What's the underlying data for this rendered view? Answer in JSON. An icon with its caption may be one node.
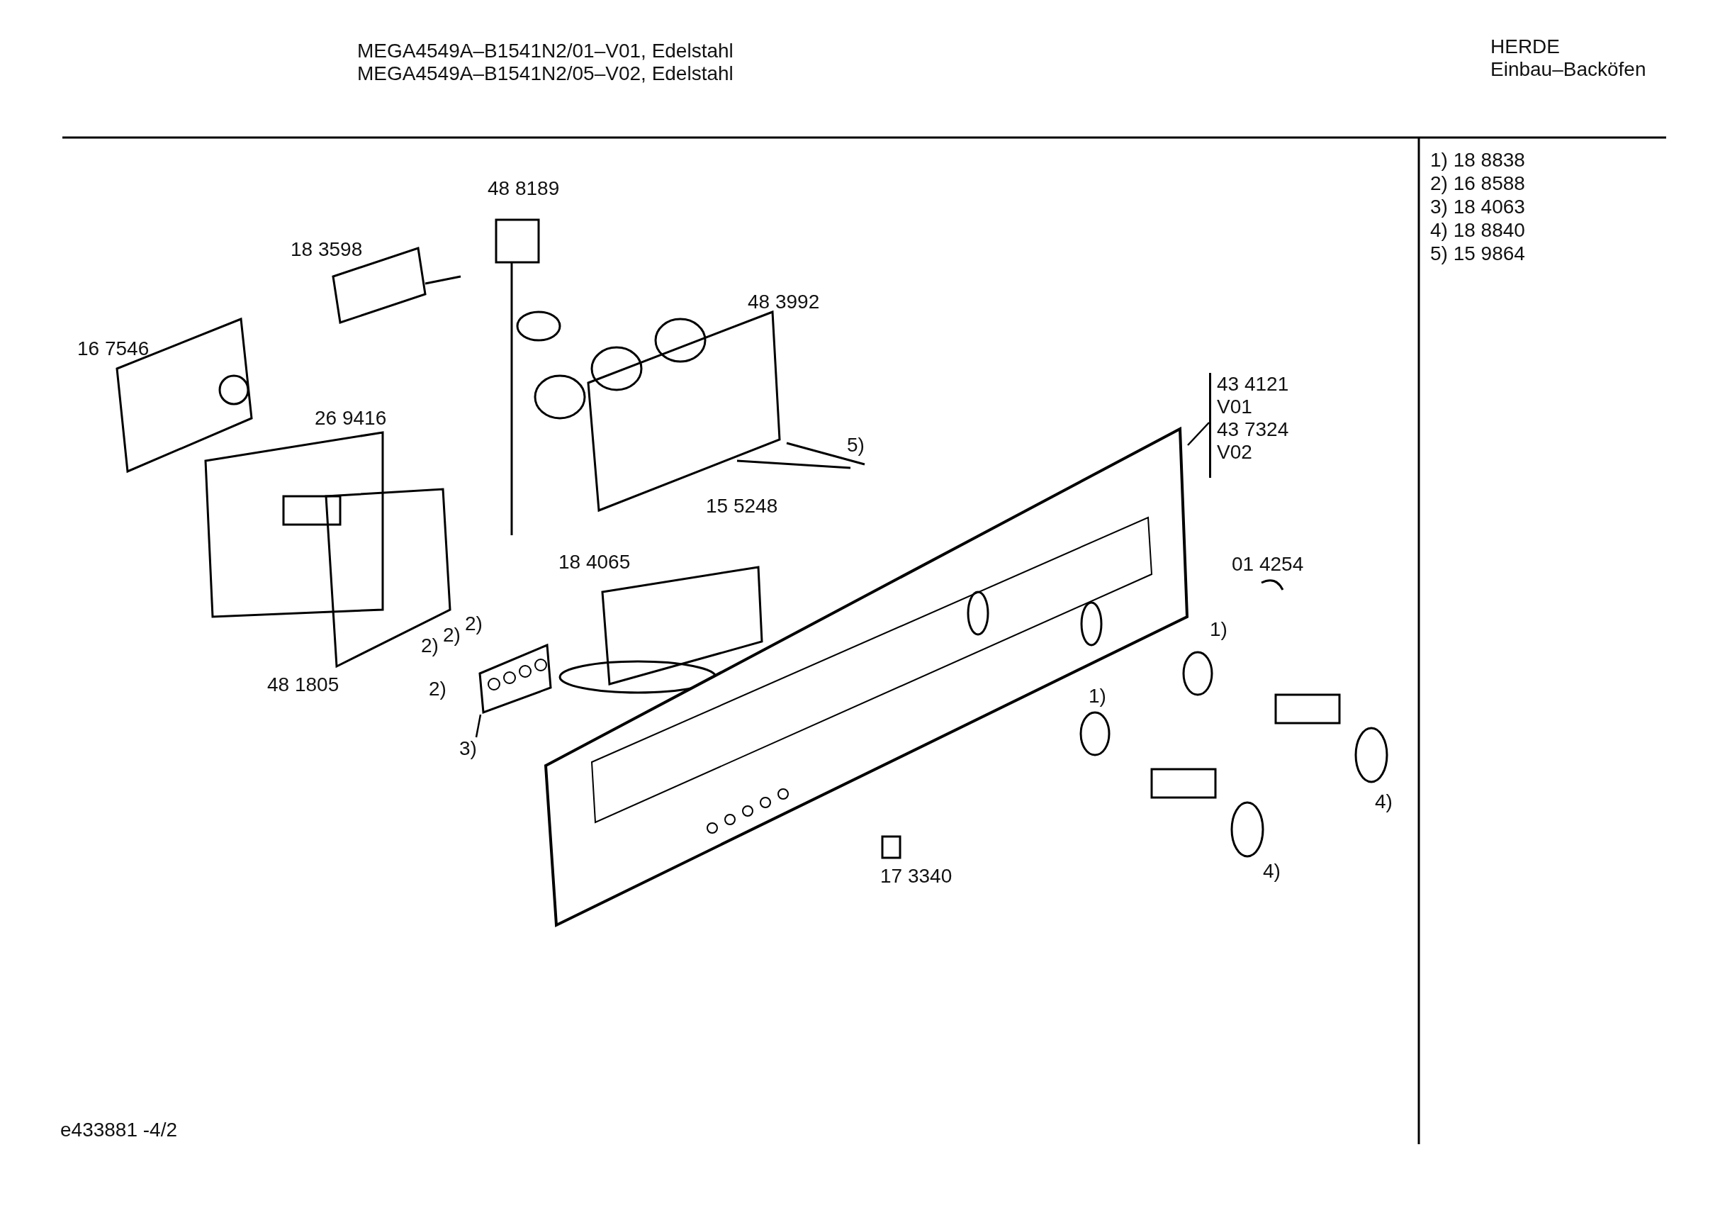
{
  "diagram": {
    "nodes": [
      {
        "text": [
          "43 4121",
          "V01",
          "43 7324",
          "V02"
        ]
      },
      {
        "text": [],
        "shape": "picture"
      },
      {
        "text": [
          "3)"
        ]
      },
      {
        "text": [],
        "shape": "picture"
      }
    ],
    "edges": [
      {
        "from": 0,
        "to": 1,
        "arrow": "none"
      },
      {
        "from": 2,
        "to": 3,
        "arrow": "none"
      }
    ],
    "labels": [
      "MEGA4549A–B1541N2/01–V01, Edelstahl",
      "MEGA4549A–B1541N2/05–V02, Edelstahl",
      "HERDE",
      "Einbau–Backöfen",
      "1) 18 8838",
      "2) 16 8588",
      "3) 18 4063",
      "4) 18 8840",
      "5) 15 9864",
      "48 8189",
      "18 3598",
      "48 3992",
      "16 7546",
      "26 9416",
      "5)",
      "15 5248",
      "01 4254",
      "18 4065",
      "2)",
      "2)",
      "2)",
      "1)",
      "2)",
      "1)",
      "48 1805",
      "4)",
      "17 3340",
      "4)",
      "e433881 -4/2"
    ]
  }
}
